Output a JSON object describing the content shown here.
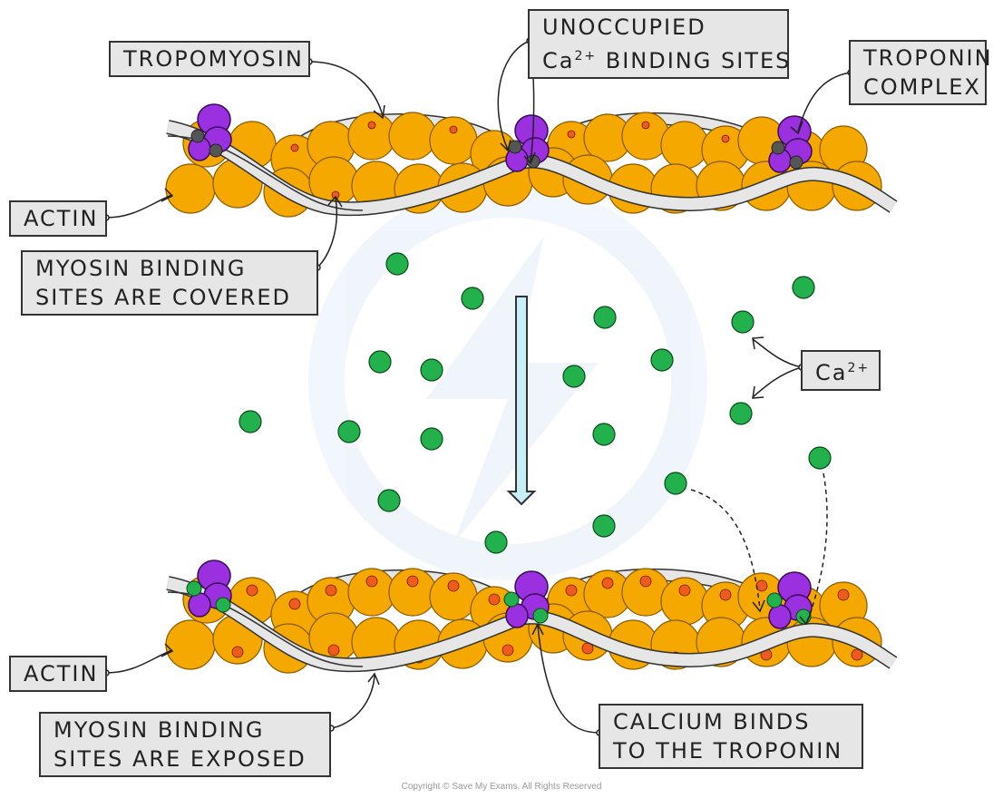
{
  "labels": {
    "tropomyosin": "TROPOMYOSIN",
    "unoccupied_line1": "UNOCCUPIED",
    "unoccupied_line2_prefix": "Ca",
    "unoccupied_line2_sup": "2+",
    "unoccupied_line2_suffix": " BINDING SITES",
    "troponin_line1": "TROPONIN",
    "troponin_line2": "COMPLEX",
    "actin_top": "ACTIN",
    "myosin_covered_line1": "MYOSIN BINDING",
    "myosin_covered_line2": "SITES ARE COVERED",
    "calcium_prefix": "Ca",
    "calcium_sup": "2+",
    "actin_bottom": "ACTIN",
    "myosin_exposed_line1": "MYOSIN BINDING",
    "myosin_exposed_line2": "SITES ARE EXPOSED",
    "calcium_binds_line1": "CALCIUM BINDS",
    "calcium_binds_line2": "TO THE TROPONIN"
  },
  "copyright": "Copyright © Save My Exams. All Rights Reserved",
  "colors": {
    "actin": "#f5a800",
    "actin_outline": "#8a5a00",
    "binding_site": "#f05a1a",
    "troponin": "#9b30e0",
    "calcium": "#22b14c",
    "tropomyosin": "#e6e6e6",
    "arrow_fill": "#c8eef8",
    "label_bg": "#e6e6e6"
  }
}
